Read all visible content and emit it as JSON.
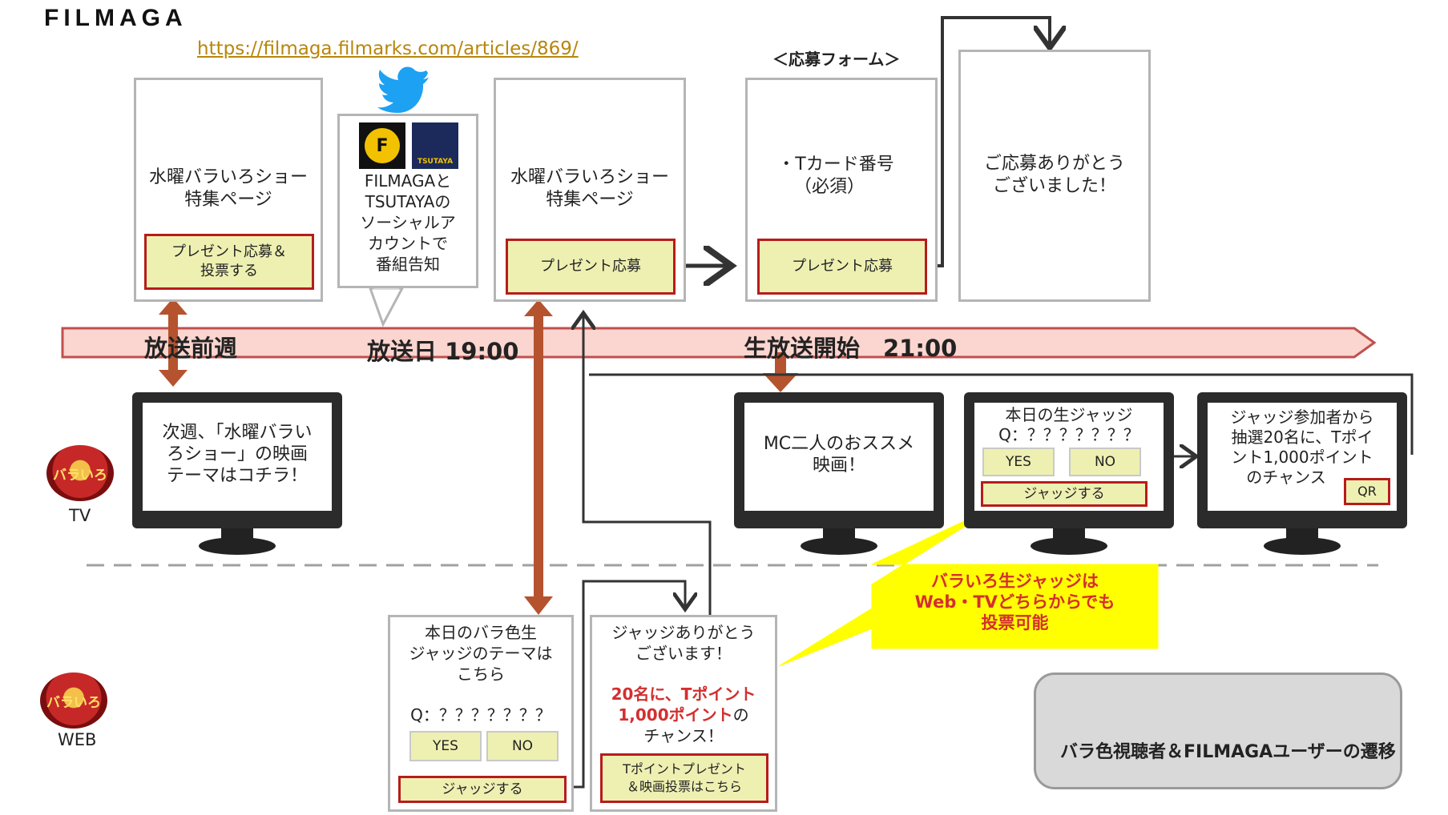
{
  "header": {
    "brand": "FILMAGA",
    "url": "https://filmaga.filmarks.com/articles/869/"
  },
  "top": {
    "panel1": {
      "text_line1": "水曜バラいろショー",
      "text_line2": "特集ページ",
      "button_line1": "プレゼント応募＆",
      "button_line2": "投票する"
    },
    "social": {
      "filmaga_mark": "F",
      "tsutaya_mark": "TSUTAYA",
      "text_lines": [
        "FILMAGAと",
        "TSUTAYAの",
        "ソーシャルア",
        "カウントで",
        "番組告知"
      ]
    },
    "panel2": {
      "text_line1": "水曜バラいろショー",
      "text_line2": "特集ページ",
      "button": "プレゼント応募"
    },
    "form_label": "＜応募フォーム＞",
    "panel3": {
      "text_line1": "・Tカード番号",
      "text_line2": "（必須）",
      "button": "プレゼント応募"
    },
    "panel4": {
      "text_line1": "ご応募ありがとう",
      "text_line2": "ございました！"
    }
  },
  "timeline": {
    "label_prev_week": "放送前週",
    "label_broadcast_day": "放送日 19:00",
    "label_live_start": "生放送開始　21:00"
  },
  "tv_row": {
    "badge_text": "バラいろ",
    "row_label": "TV",
    "screen1": {
      "lines": [
        "次週、「水曜バラい",
        "ろショー」の映画",
        "テーマはコチラ！"
      ]
    },
    "screen2": {
      "lines": [
        "MC二人のおススメ",
        "映画！"
      ]
    },
    "screen3": {
      "title": "本日の生ジャッジ",
      "question": "Q：？？？？？？？",
      "yes": "YES",
      "no": "NO",
      "judge": "ジャッジする"
    },
    "screen4": {
      "line1": "ジャッジ参加者から",
      "line2": "抽選20名に、Tポイ",
      "line3": "ント1,000ポイント",
      "line4": "のチャンス",
      "qr": "QR"
    }
  },
  "web_row": {
    "badge_text": "バラいろ",
    "row_label": "WEB",
    "panel1": {
      "lines": [
        "本日のバラ色生",
        "ジャッジのテーマは",
        "こちら"
      ],
      "question": "Q：？？？？？？？",
      "yes": "YES",
      "no": "NO",
      "judge": "ジャッジする"
    },
    "panel2": {
      "lines": [
        "ジャッジありがとう",
        "ございます！"
      ],
      "red_line1": "20名に、Tポイント",
      "red_line2a": "1,000ポイント",
      "red_line2b": "の",
      "line3": "チャンス！",
      "button_line1": "Tポイントプレゼント",
      "button_line2": "＆映画投票はこちら"
    }
  },
  "callout": {
    "line1": "バラいろ生ジャッジは",
    "line2": "Web・TVどちらからでも",
    "line3": "投票可能"
  },
  "legend": {
    "text": "バラ色視聴者＆FILMAGAユーザーの遷移"
  },
  "colors": {
    "timeline_fill": "#fbd5cf",
    "timeline_border": "#c0504d",
    "vertical_arrow": "#b5532f",
    "button_fill": "#eef0b2",
    "button_border": "#b71c1c",
    "callout_fill": "#ffff00",
    "red_text": "#d32f2f"
  }
}
